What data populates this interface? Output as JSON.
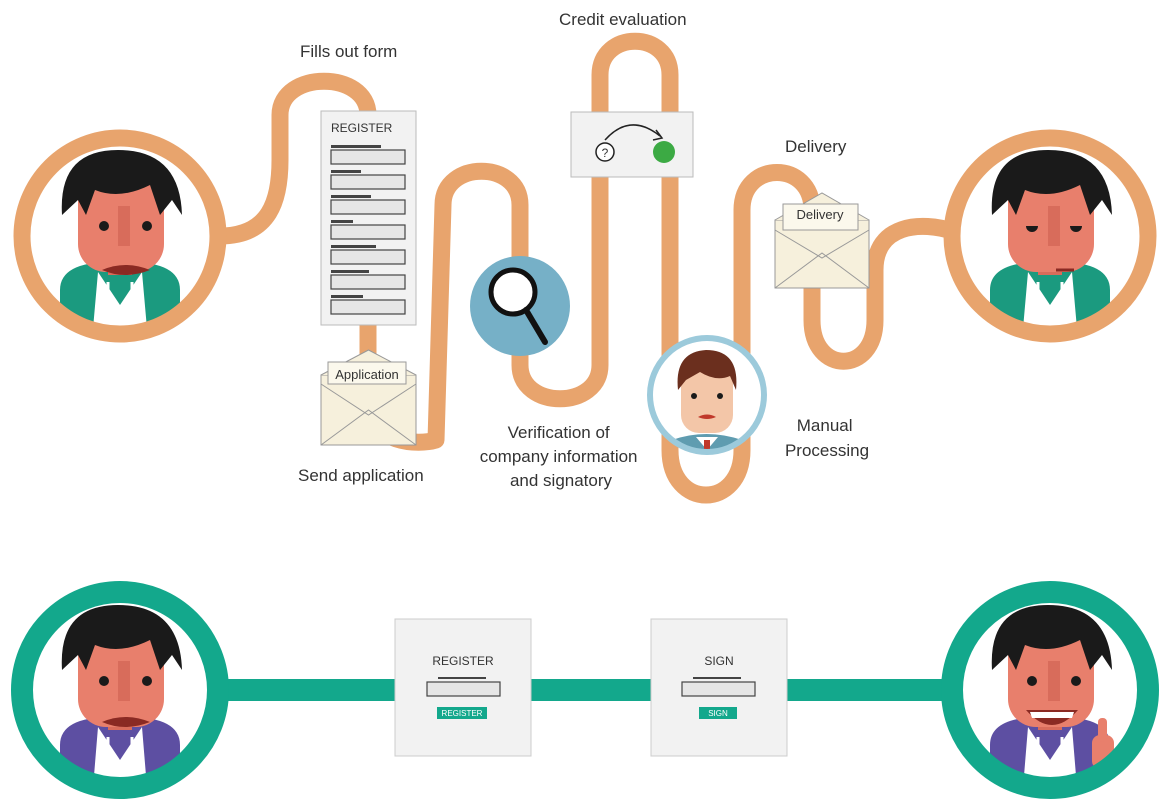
{
  "colors": {
    "old_path": "#e8a46d",
    "new_path": "#13a88c",
    "magnifier_bg": "#76b0c7",
    "status_dot": "#3caa44",
    "clerk_ring": "#9ccadb",
    "hoodie_green": "#1b9a7f",
    "hoodie_purple": "#5d4fa2",
    "skin": "#e87f6c",
    "hair": "#1a1a1a"
  },
  "old_process": {
    "steps": {
      "fills_out_form": "Fills out form",
      "send_application": "Send application",
      "verification": [
        "Verification of",
        "company information",
        "and signatory"
      ],
      "credit_evaluation": "Credit evaluation",
      "manual_processing": [
        "Manual",
        "Processing"
      ],
      "delivery": "Delivery"
    },
    "register_form_title": "REGISTER",
    "application_envelope_label": "Application",
    "delivery_envelope_label": "Delivery",
    "credit_icon_symbol": "?"
  },
  "new_process": {
    "register_card": {
      "title": "REGISTER",
      "button": "REGISTER"
    },
    "sign_card": {
      "title": "SIGN",
      "button": "SIGN"
    }
  }
}
